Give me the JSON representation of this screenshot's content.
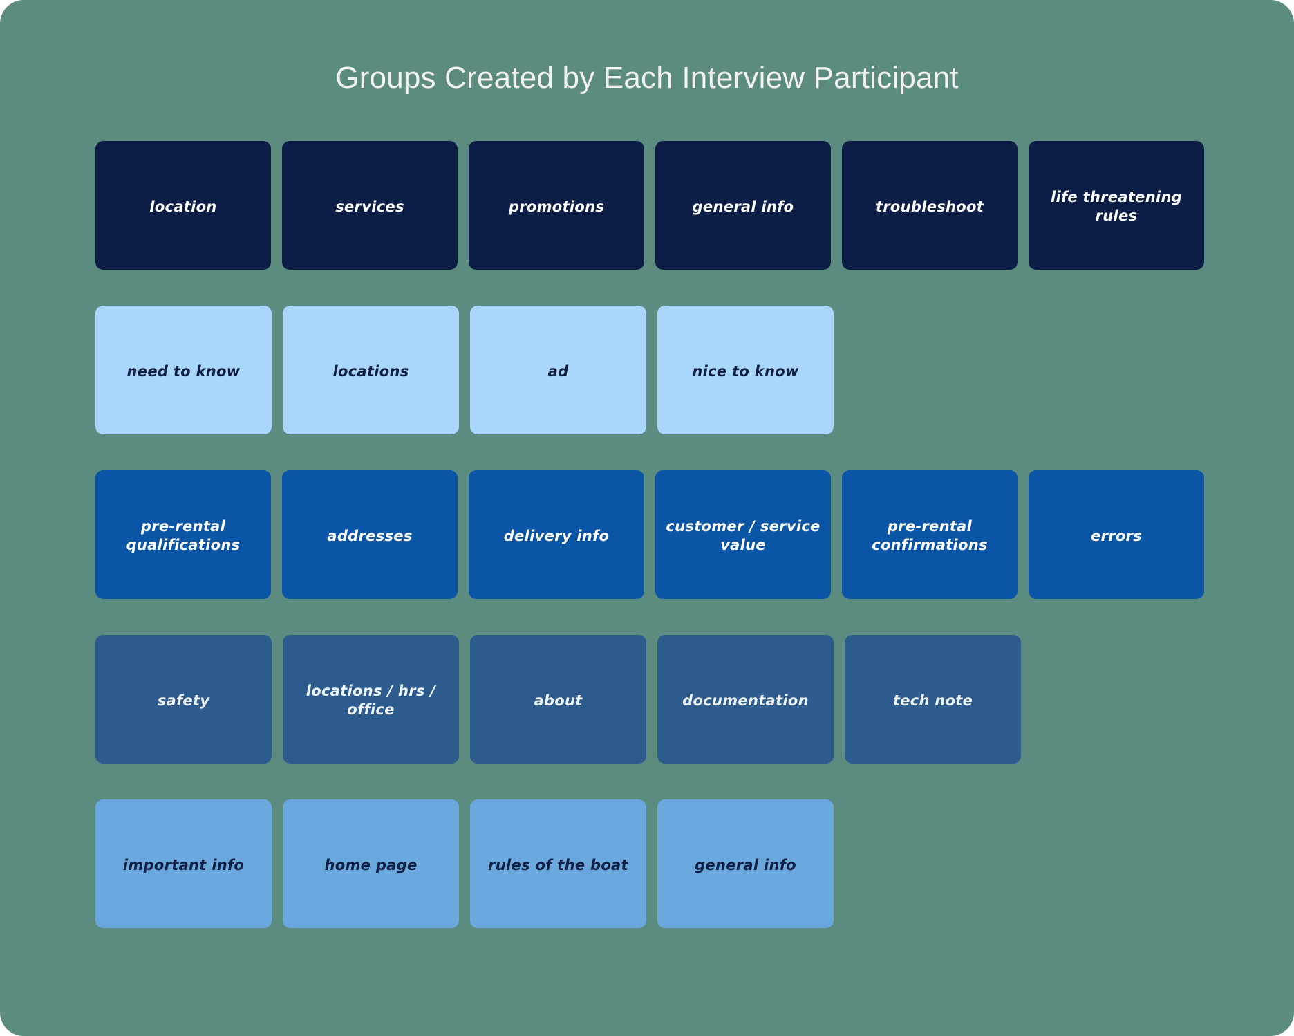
{
  "page": {
    "title": "Groups Created by Each Interview Participant",
    "background_color": "#5c8b80",
    "title_color": "#f2f2f0"
  },
  "board": {
    "rows": [
      {
        "participant_index": 1,
        "card_color": "#0c1e45",
        "text_color": "#ffffff",
        "cards": [
          {
            "label": "location"
          },
          {
            "label": "services"
          },
          {
            "label": "promotions"
          },
          {
            "label": "general info"
          },
          {
            "label": "troubleshoot"
          },
          {
            "label": "life threatening rules"
          }
        ]
      },
      {
        "participant_index": 2,
        "card_color": "#a9d7fb",
        "text_color": "#0f1f42",
        "cards": [
          {
            "label": "need to know"
          },
          {
            "label": "locations"
          },
          {
            "label": "ad"
          },
          {
            "label": "nice to know"
          }
        ]
      },
      {
        "participant_index": 3,
        "card_color": "#0a55a5",
        "text_color": "#ffffff",
        "cards": [
          {
            "label": "pre-rental qualifications"
          },
          {
            "label": "addresses"
          },
          {
            "label": "delivery info"
          },
          {
            "label": "customer / service value"
          },
          {
            "label": "pre-rental confirmations"
          },
          {
            "label": "errors"
          }
        ]
      },
      {
        "participant_index": 4,
        "card_color": "#2d5b8d",
        "text_color": "#eef5fb",
        "cards": [
          {
            "label": "safety"
          },
          {
            "label": "locations / hrs / office"
          },
          {
            "label": "about"
          },
          {
            "label": "documentation"
          },
          {
            "label": "tech note"
          }
        ]
      },
      {
        "participant_index": 5,
        "card_color": "#6aa8dd",
        "text_color": "#101f42",
        "cards": [
          {
            "label": "important info"
          },
          {
            "label": "home page"
          },
          {
            "label": "rules of the boat"
          },
          {
            "label": "general info"
          }
        ]
      }
    ]
  }
}
